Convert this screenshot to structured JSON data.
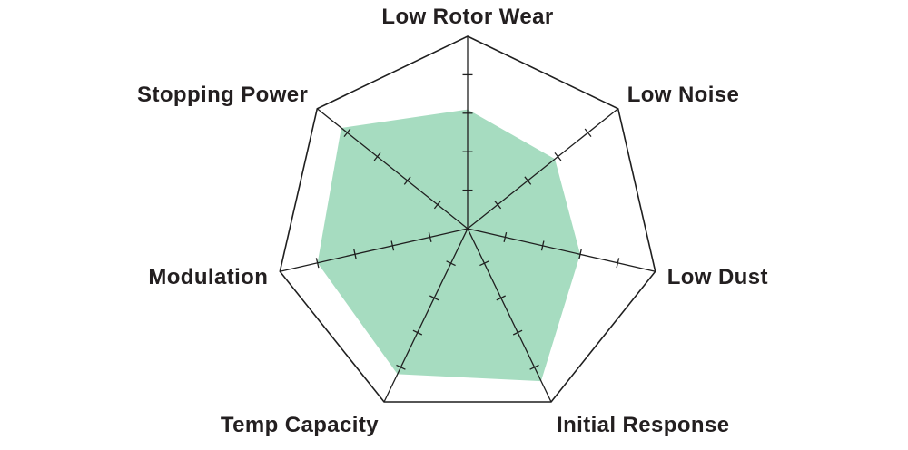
{
  "page": {
    "background": "#ffffff"
  },
  "chart_data": {
    "type": "radar",
    "title": "",
    "categories": [
      "Low Rotor Wear",
      "Low Noise",
      "Low Dust",
      "Initial Response",
      "Temp Capacity",
      "Modulation",
      "Stopping Power"
    ],
    "values": [
      3.1,
      2.9,
      3.0,
      4.4,
      4.2,
      4.0,
      4.2
    ],
    "axis_range": {
      "min": 0,
      "max": 5
    },
    "tick_divisions": 5,
    "start_axis": "top",
    "direction": "clockwise",
    "legend_position": "none",
    "grid": "spokes-with-perpendicular-ticks-outer-heptagon",
    "colors": {
      "fill": "#a6dcc0",
      "axis": "#1f1f1f",
      "label": "#231f20"
    }
  }
}
